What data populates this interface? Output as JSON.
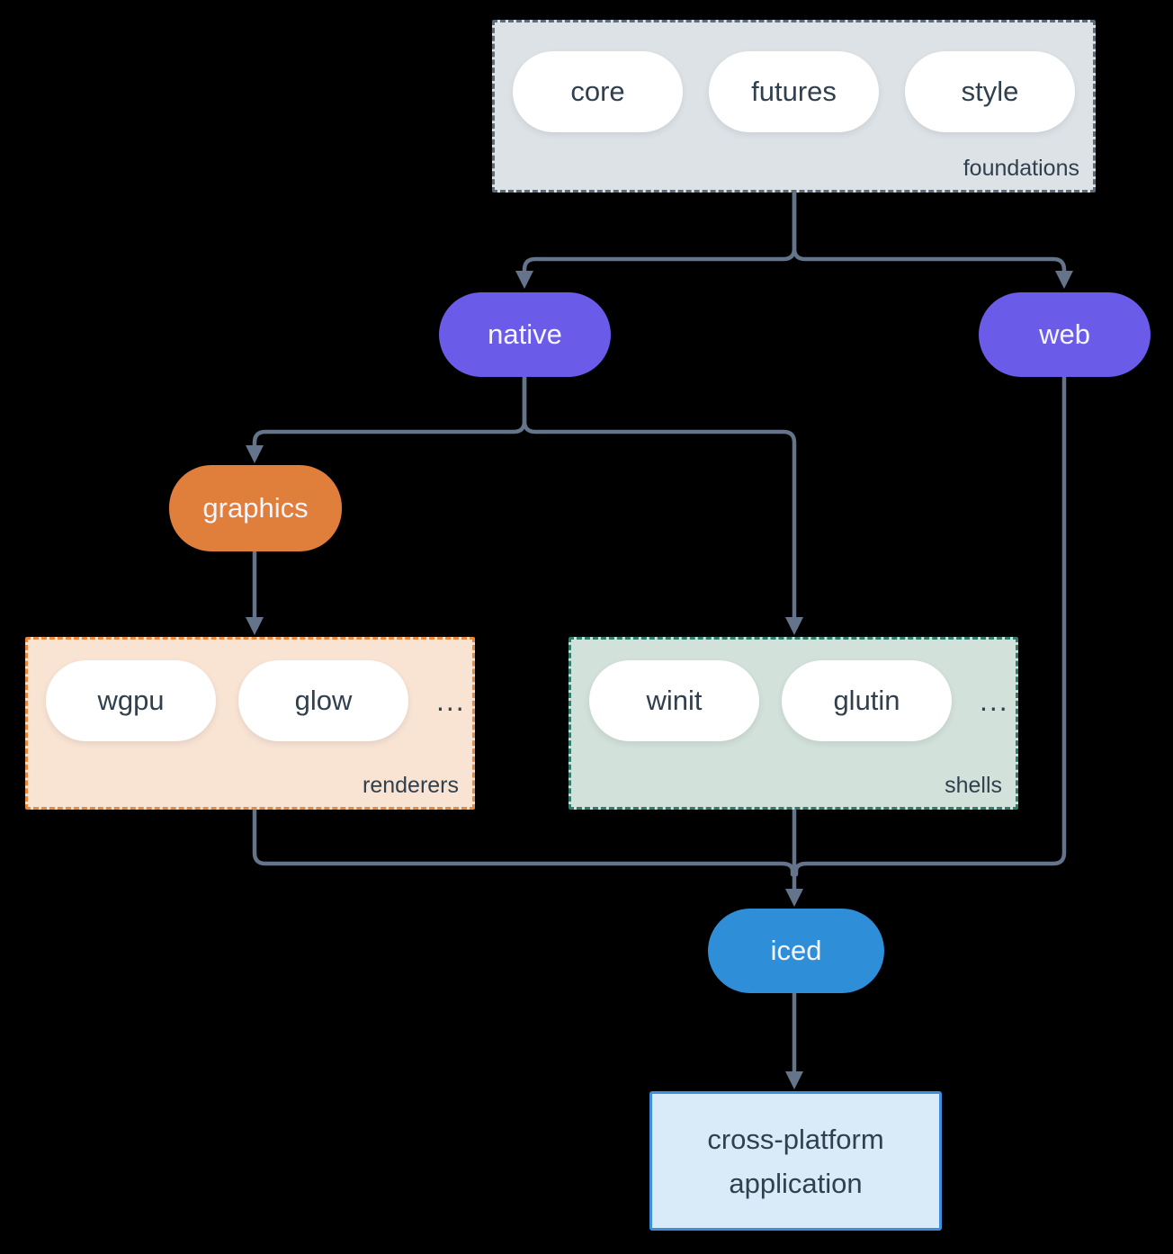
{
  "colors": {
    "background": "#000000",
    "arrow": "#64748B",
    "text-dark": "#31404E",
    "text-light": "#F7F6FE",
    "pill-white": "#FFFFFF",
    "purple": "#6A5BE9",
    "orange": "#E07E3B",
    "blue": "#2E8ED8",
    "foundations-fill": "#DDE2E6",
    "foundations-border": "#5C6C7C",
    "renderers-fill": "#F9E3D3",
    "renderers-border": "#E9893E",
    "shells-fill": "#D2E1D9",
    "shells-border": "#2F7E6D",
    "app-fill": "#D9EAF9",
    "app-border": "#3E8EDB"
  },
  "foundations": {
    "label": "foundations",
    "pills": [
      "core",
      "futures",
      "style"
    ]
  },
  "nodes": {
    "native": "native",
    "web": "web",
    "graphics": "graphics",
    "iced": "iced"
  },
  "renderers": {
    "label": "renderers",
    "pills": [
      "wgpu",
      "glow"
    ],
    "ellipsis": "..."
  },
  "shells": {
    "label": "shells",
    "pills": [
      "winit",
      "glutin"
    ],
    "ellipsis": "..."
  },
  "app": {
    "line1": "cross-platform",
    "line2": "application"
  }
}
